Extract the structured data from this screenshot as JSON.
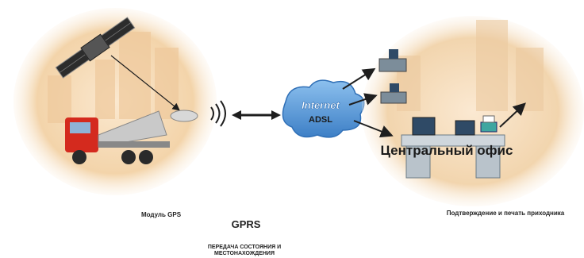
{
  "labels": {
    "gps_module": "Модуль GPS",
    "gprs": "GPRS",
    "transfer": "ПЕРЕДАЧА СОСТОЯНИЯ И МЕСТОНАХОЖДЕНИЯ",
    "central_office": "Центральный офис",
    "confirmation": "Подтверждение и печать приходника"
  },
  "cloud": {
    "internet": "Internet",
    "adsl": "ADSL"
  },
  "colors": {
    "truck_red": "#d42a1e",
    "cloud_blue": "#4f93d6",
    "arrow": "#1e1e1e",
    "background_warm": "#f3d7b2"
  }
}
